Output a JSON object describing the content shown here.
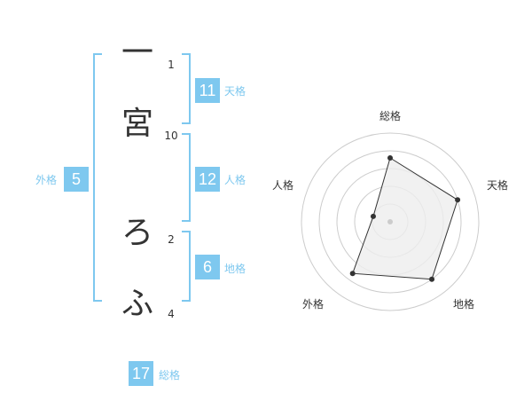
{
  "name_chars": [
    {
      "char": "一",
      "strokes": "1"
    },
    {
      "char": "宮",
      "strokes": "10"
    },
    {
      "char": "ろ",
      "strokes": "2"
    },
    {
      "char": "ふ",
      "strokes": "4"
    }
  ],
  "fortunes": {
    "tenkaku": {
      "value": "11",
      "label": "天格"
    },
    "jinkaku": {
      "value": "12",
      "label": "人格"
    },
    "chikaku": {
      "value": "6",
      "label": "地格"
    },
    "gaikaku": {
      "value": "5",
      "label": "外格"
    },
    "soukaku": {
      "value": "17",
      "label": "総格"
    }
  },
  "radar": {
    "axes": [
      "総格",
      "天格",
      "地格",
      "外格",
      "人格"
    ],
    "values": [
      0.72,
      0.8,
      0.8,
      0.72,
      0.2
    ],
    "max": 1
  },
  "colors": {
    "accent": "#7ec8ef",
    "badge": "#7ec8ef",
    "label": "#7ec8ef",
    "radar_fill": "#eeeeee",
    "radar_ring": "#cccccc",
    "radar_line": "#333333"
  }
}
